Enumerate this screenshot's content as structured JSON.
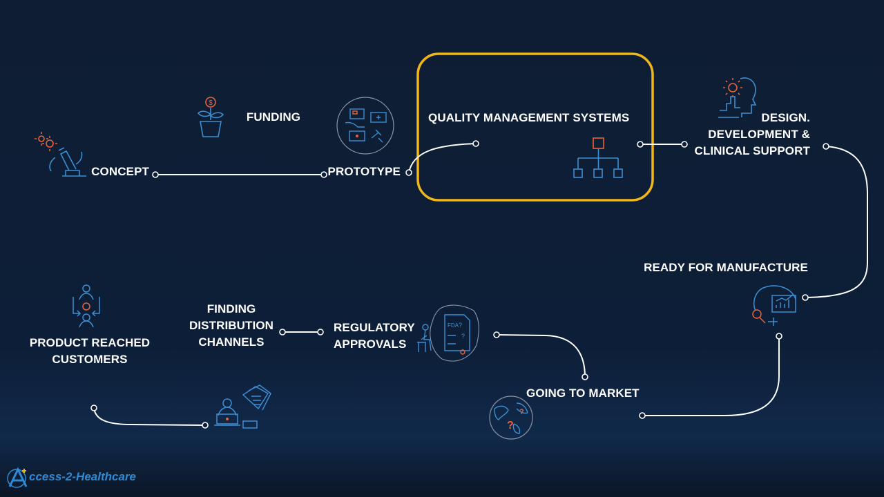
{
  "steps": {
    "concept": "CONCEPT",
    "funding": "FUNDING",
    "prototype": "PROTOTYPE",
    "qms": "QUALITY MANAGEMENT SYSTEMS",
    "design": [
      "DESIGN.",
      "DEVELOPMENT &",
      "CLINICAL SUPPORT"
    ],
    "manufacture": "READY FOR MANUFACTURE",
    "market": "GOING TO MARKET",
    "regulatory": [
      "REGULATORY",
      "APPROVALS"
    ],
    "distribution": [
      "FINDING",
      "DISTRIBUTION",
      "CHANNELS"
    ],
    "customers": [
      "PRODUCT REACHED",
      "CUSTOMERS"
    ]
  },
  "logo": {
    "text": "ccess-2-Healthcare"
  },
  "colors": {
    "background": "#0e1d33",
    "highlight": "#f2b619",
    "icon_blue": "#3d8fd4",
    "icon_orange": "#e8643c",
    "connector": "#ffffff"
  },
  "icons": {
    "concept": "microscope-gear-icon",
    "funding": "money-plant-icon",
    "prototype": "prototype-devices-icon",
    "qms": "org-chart-icon",
    "design": "head-gear-icon",
    "manufacture": "analytics-magnifier-icon",
    "market": "globe-question-icon",
    "regulatory": "fda-document-icon",
    "distribution": "laptop-person-icon",
    "customers": "people-exchange-icon"
  }
}
